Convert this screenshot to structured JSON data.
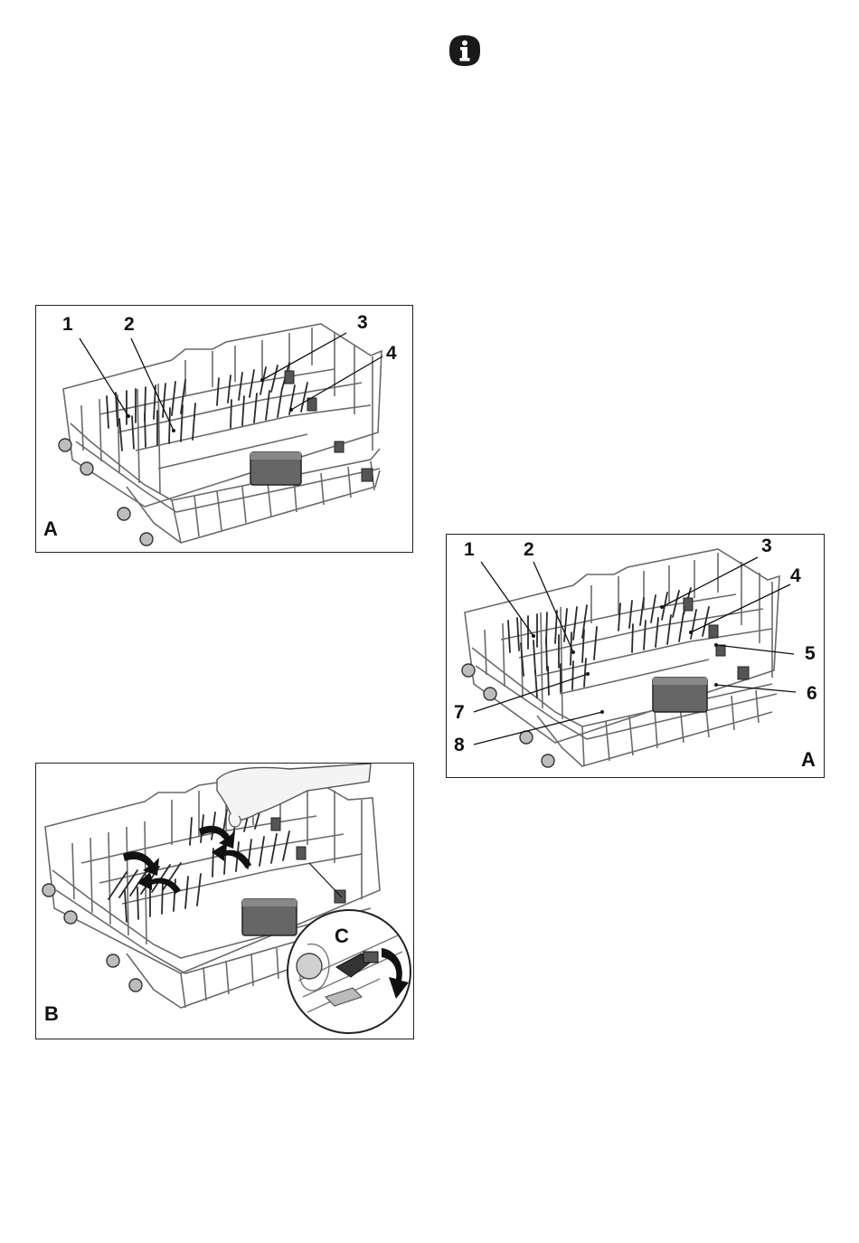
{
  "figure_a": {
    "letter": "A",
    "callouts": [
      "1",
      "2",
      "3",
      "4"
    ]
  },
  "figure_b": {
    "letter": "B",
    "inset_letter": "C"
  },
  "figure_a2": {
    "letter": "A",
    "callouts": [
      "1",
      "2",
      "3",
      "4",
      "5",
      "6",
      "7",
      "8"
    ]
  },
  "icons": {
    "info": "info-icon"
  }
}
